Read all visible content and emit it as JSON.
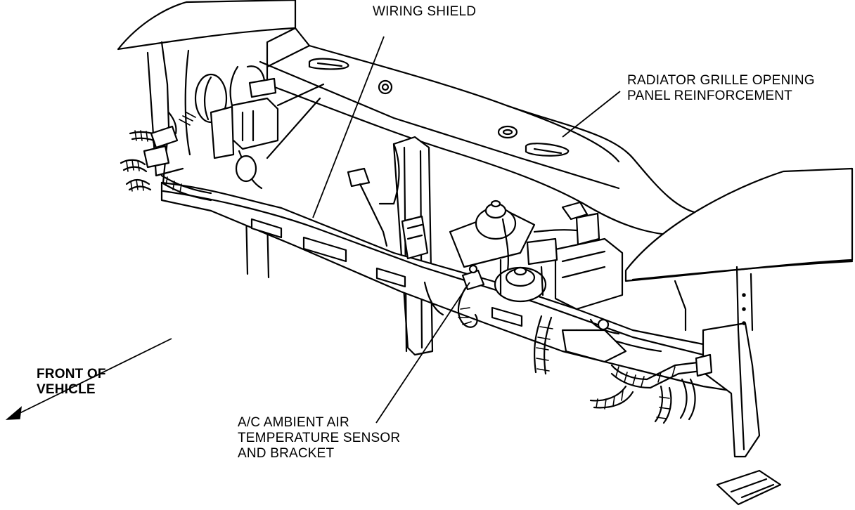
{
  "labels": {
    "wiring_shield": "WIRING SHIELD",
    "grille_reinforcement_line1": "RADIATOR GRILLE OPENING",
    "grille_reinforcement_line2": "PANEL REINFORCEMENT",
    "front_of_vehicle_line1": "FRONT OF",
    "front_of_vehicle_line2": "VEHICLE",
    "ac_sensor_line1": "A/C AMBIENT AIR",
    "ac_sensor_line2": "TEMPERATURE SENSOR",
    "ac_sensor_line3": "AND BRACKET"
  },
  "colors": {
    "ink": "#000000",
    "paper": "#ffffff"
  }
}
